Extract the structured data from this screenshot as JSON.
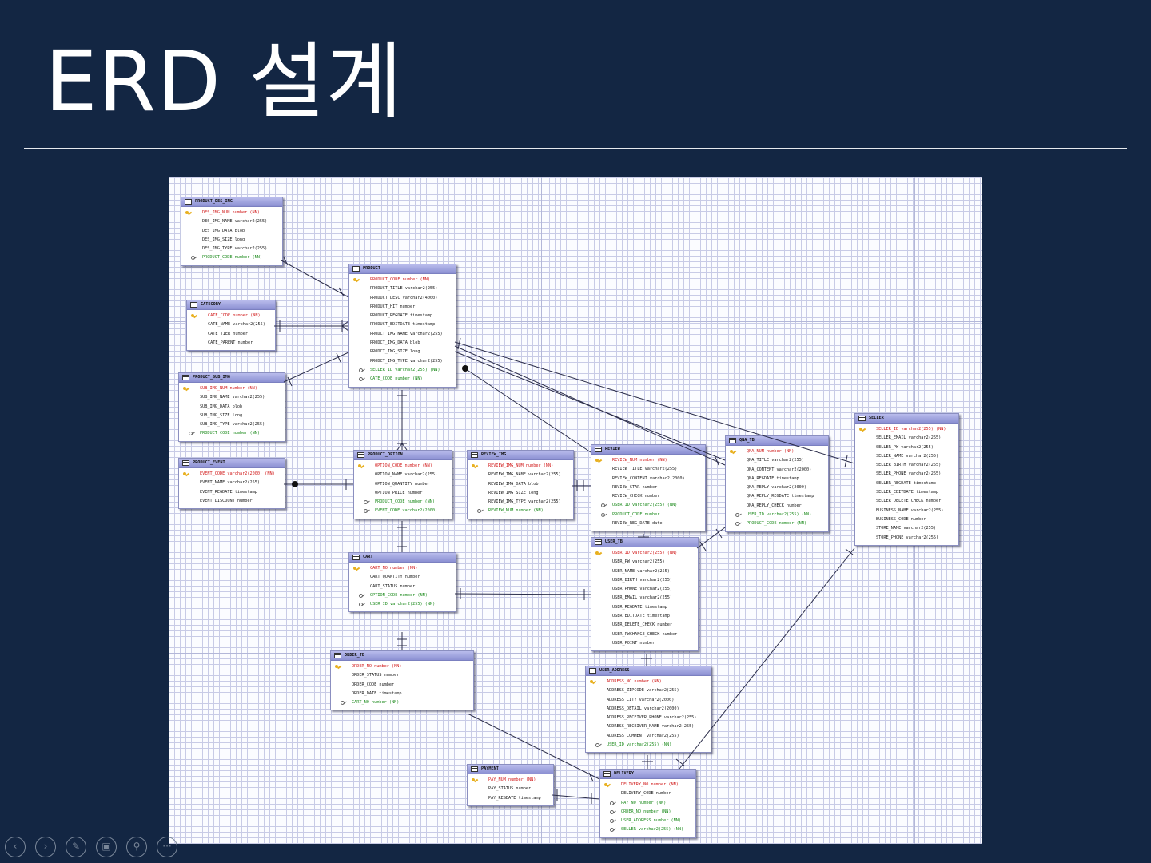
{
  "slide": {
    "title": "ERD 설계"
  },
  "colors": {
    "background": "#132643",
    "entity_header": "#9ea2e0",
    "pk_text": "#d11a1a",
    "fk_text": "#1b8a1b"
  },
  "navigation": {
    "prev": "‹",
    "next": "›",
    "pen": "✎",
    "slides": "▣",
    "zoom": "⚲",
    "more": "···"
  },
  "entities": {
    "product_des_img": {
      "name": "PRODUCT_DES_IMG",
      "columns": [
        {
          "kind": "pk",
          "text": "DES_IMG_NUM number (NN)"
        },
        {
          "kind": "",
          "text": "DES_IMG_NAME varchar2(255)"
        },
        {
          "kind": "",
          "text": "DES_IMG_DATA blob"
        },
        {
          "kind": "",
          "text": "DES_IMG_SIZE long"
        },
        {
          "kind": "",
          "text": "DES_IMG_TYPE varchar2(255)"
        },
        {
          "kind": "fk",
          "text": "PRODUCT_CODE number (NN)"
        }
      ]
    },
    "category": {
      "name": "CATEGORY",
      "columns": [
        {
          "kind": "pk",
          "text": "CATE_CODE number (NN)"
        },
        {
          "kind": "",
          "text": "CATE_NAME varchar2(255)"
        },
        {
          "kind": "",
          "text": "CATE_TIER number"
        },
        {
          "kind": "",
          "text": "CATE_PARENT number"
        }
      ]
    },
    "product_sub_img": {
      "name": "PRODUCT_SUB_IMG",
      "columns": [
        {
          "kind": "pk",
          "text": "SUB_IMG_NUM number (NN)"
        },
        {
          "kind": "",
          "text": "SUB_IMG_NAME varchar2(255)"
        },
        {
          "kind": "",
          "text": "SUB_IMG_DATA blob"
        },
        {
          "kind": "",
          "text": "SUB_IMG_SIZE long"
        },
        {
          "kind": "",
          "text": "SUB_IMG_TYPE varchar2(255)"
        },
        {
          "kind": "fk",
          "text": "PRODUCT_CODE number (NN)"
        }
      ]
    },
    "product_event": {
      "name": "PRODUCT_EVENT",
      "columns": [
        {
          "kind": "pk",
          "text": "EVENT_CODE varchar2(2000) (NN)"
        },
        {
          "kind": "",
          "text": "EVENT_NAME varchar2(255)"
        },
        {
          "kind": "",
          "text": "EVENT_REGDATE timestamp"
        },
        {
          "kind": "",
          "text": "EVENT_DISCOUNT number"
        }
      ]
    },
    "product": {
      "name": "PRODUCT",
      "columns": [
        {
          "kind": "pk",
          "text": "PRODUCT_CODE number (NN)"
        },
        {
          "kind": "",
          "text": "PRODUCT_TITLE varchar2(255)"
        },
        {
          "kind": "",
          "text": "PRODUCT_DESC varchar2(4000)"
        },
        {
          "kind": "",
          "text": "PRODUCT_HIT number"
        },
        {
          "kind": "",
          "text": "PRODUCT_REGDATE timestamp"
        },
        {
          "kind": "",
          "text": "PRODUCT_EDITDATE timestamp"
        },
        {
          "kind": "",
          "text": "PRODCT_IMG_NAME varchar2(255)"
        },
        {
          "kind": "",
          "text": "PRODCT_IMG_DATA blob"
        },
        {
          "kind": "",
          "text": "PRODCT_IMG_SIZE long"
        },
        {
          "kind": "",
          "text": "PRODCT_IMG_TYPE varchar2(255)"
        },
        {
          "kind": "fk",
          "text": "SELLER_ID varchar2(255) (NN)"
        },
        {
          "kind": "fk",
          "text": "CATE_CODE number (NN)"
        }
      ]
    },
    "product_option": {
      "name": "PRODUCT_OPTION",
      "columns": [
        {
          "kind": "pk",
          "text": "OPTION_CODE number (NN)"
        },
        {
          "kind": "",
          "text": "OPTION_NAME varchar2(255)"
        },
        {
          "kind": "",
          "text": "OPTION_QUANTITY number"
        },
        {
          "kind": "",
          "text": "OPTION_PRICE number"
        },
        {
          "kind": "fk",
          "text": "PRODUCT_CODE number (NN)"
        },
        {
          "kind": "fk",
          "text": "EVENT_CODE varchar2(2000)"
        }
      ]
    },
    "review_img": {
      "name": "REVIEW_IMG",
      "columns": [
        {
          "kind": "pk",
          "text": "REVIEW_IMG_NUM number (NN)"
        },
        {
          "kind": "",
          "text": "REVIEW_IMG_NAME varchar2(255)"
        },
        {
          "kind": "",
          "text": "REVIEW_IMG_DATA blob"
        },
        {
          "kind": "",
          "text": "REVIEW_IMG_SIZE long"
        },
        {
          "kind": "",
          "text": "REVIEW_IMG_TYPE varchar2(255)"
        },
        {
          "kind": "fk",
          "text": "REVIEW_NUM number (NN)"
        }
      ]
    },
    "review": {
      "name": "REVIEW",
      "columns": [
        {
          "kind": "pk",
          "text": "REVIEW_NUM number (NN)"
        },
        {
          "kind": "",
          "text": "REVIEW_TITLE varchar2(255)"
        },
        {
          "kind": "",
          "text": "REVIEW_CONTENT varchar2(2000)"
        },
        {
          "kind": "",
          "text": "REVIEW_STAR number"
        },
        {
          "kind": "",
          "text": "REVIEW_CHECK number"
        },
        {
          "kind": "fk",
          "text": "USER_ID varchar2(255) (NN)"
        },
        {
          "kind": "fk",
          "text": "PRODUCT_CODE number"
        },
        {
          "kind": "",
          "text": "REVIEW_REG_DATE date"
        }
      ]
    },
    "qna_tb": {
      "name": "QNA_TB",
      "columns": [
        {
          "kind": "pk",
          "text": "QNA_NUM number (NN)"
        },
        {
          "kind": "",
          "text": "QNA_TITLE varchar2(255)"
        },
        {
          "kind": "",
          "text": "QNA_CONTENT varchar2(2000)"
        },
        {
          "kind": "",
          "text": "QNA_REGDATE timestamp"
        },
        {
          "kind": "",
          "text": "QNA_REPLY varchar2(2000)"
        },
        {
          "kind": "",
          "text": "QNA_REPLY_REGDATE timestamp"
        },
        {
          "kind": "",
          "text": "QNA_REPLY_CHECK number"
        },
        {
          "kind": "fk",
          "text": "USER_ID varchar2(255) (NN)"
        },
        {
          "kind": "fk",
          "text": "PRODUCT_CODE number (NN)"
        }
      ]
    },
    "seller": {
      "name": "SELLER",
      "columns": [
        {
          "kind": "pk",
          "text": "SELLER_ID varchar2(255) (NN)"
        },
        {
          "kind": "",
          "text": "SELLER_EMAIL varchar2(255)"
        },
        {
          "kind": "",
          "text": "SELLER_PW varchar2(255)"
        },
        {
          "kind": "",
          "text": "SELLER_NAME varchar2(255)"
        },
        {
          "kind": "",
          "text": "SELLER_BIRTH varchar2(255)"
        },
        {
          "kind": "",
          "text": "SELLER_PHONE varchar2(255)"
        },
        {
          "kind": "",
          "text": "SELLER_REGDATE timestamp"
        },
        {
          "kind": "",
          "text": "SELLER_EDITDATE timestamp"
        },
        {
          "kind": "",
          "text": "SELLER_DELETE_CHECK number"
        },
        {
          "kind": "",
          "text": "BUSINESS_NAME varchar2(255)"
        },
        {
          "kind": "",
          "text": "BUSINESS_CODE number"
        },
        {
          "kind": "",
          "text": "STORE_NAME varchar2(255)"
        },
        {
          "kind": "",
          "text": "STORE_PHONE varchar2(255)"
        }
      ]
    },
    "cart": {
      "name": "CART",
      "columns": [
        {
          "kind": "pk",
          "text": "CART_NO number (NN)"
        },
        {
          "kind": "",
          "text": "CART_QUANTITY number"
        },
        {
          "kind": "",
          "text": "CART_STATUS number"
        },
        {
          "kind": "fk",
          "text": "OPTION_CODE number (NN)"
        },
        {
          "kind": "fk",
          "text": "USER_ID varchar2(255) (NN)"
        }
      ]
    },
    "user_tb": {
      "name": "USER_TB",
      "columns": [
        {
          "kind": "pk",
          "text": "USER_ID varchar2(255) (NN)"
        },
        {
          "kind": "",
          "text": "USER_PW varchar2(255)"
        },
        {
          "kind": "",
          "text": "USER_NAME varchar2(255)"
        },
        {
          "kind": "",
          "text": "USER_BIRTH varchar2(255)"
        },
        {
          "kind": "",
          "text": "USER_PHONE varchar2(255)"
        },
        {
          "kind": "",
          "text": "USER_EMAIL varchar2(255)"
        },
        {
          "kind": "",
          "text": "USER_REGDATE timestamp"
        },
        {
          "kind": "",
          "text": "USER_EDITDATE timestamp"
        },
        {
          "kind": "",
          "text": "USER_DELETE_CHECK number"
        },
        {
          "kind": "",
          "text": "USER_PWCHANGE_CHECK number"
        },
        {
          "kind": "",
          "text": "USER_POINT number"
        }
      ]
    },
    "order_tb": {
      "name": "ORDER_TB",
      "columns": [
        {
          "kind": "pk",
          "text": "ORDER_NO number (NN)"
        },
        {
          "kind": "",
          "text": "ORDER_STATUS number"
        },
        {
          "kind": "",
          "text": "ORDER_CODE number"
        },
        {
          "kind": "",
          "text": "ORDER_DATE timestamp"
        },
        {
          "kind": "fk",
          "text": "CART_NO number (NN)"
        }
      ]
    },
    "user_address": {
      "name": "USER_ADDRESS",
      "columns": [
        {
          "kind": "pk",
          "text": "ADDRESS_NO number (NN)"
        },
        {
          "kind": "",
          "text": "ADDRESS_ZIPCODE varchar2(255)"
        },
        {
          "kind": "",
          "text": "ADDRESS_CITY varchar2(2000)"
        },
        {
          "kind": "",
          "text": "ADDRESS_DETAIL varchar2(2000)"
        },
        {
          "kind": "",
          "text": "ADDRESS_RECEIVER_PHONE varchar2(255)"
        },
        {
          "kind": "",
          "text": "ADDRESS_RECEIVER_NAME varchar2(255)"
        },
        {
          "kind": "",
          "text": "ADDRESS_COMMENT varchar2(255)"
        },
        {
          "kind": "fk",
          "text": "USER_ID varchar2(255) (NN)"
        }
      ]
    },
    "payment": {
      "name": "PAYMENT",
      "columns": [
        {
          "kind": "pk",
          "text": "PAY_NUM number (NN)"
        },
        {
          "kind": "",
          "text": "PAY_STATUS number"
        },
        {
          "kind": "",
          "text": "PAY_REGDATE timestamp"
        }
      ]
    },
    "delivery": {
      "name": "DELIVERY",
      "columns": [
        {
          "kind": "pk",
          "text": "DELIVERY_NO number (NN)"
        },
        {
          "kind": "",
          "text": "DELIVERY_CODE number"
        },
        {
          "kind": "fk",
          "text": "PAY_NO number (NN)"
        },
        {
          "kind": "fk",
          "text": "ORDER_NO number (NN)"
        },
        {
          "kind": "fk",
          "text": "USER_ADDRESS number (NN)"
        },
        {
          "kind": "fk",
          "text": "SELLER varchar2(255) (NN)"
        }
      ]
    }
  }
}
